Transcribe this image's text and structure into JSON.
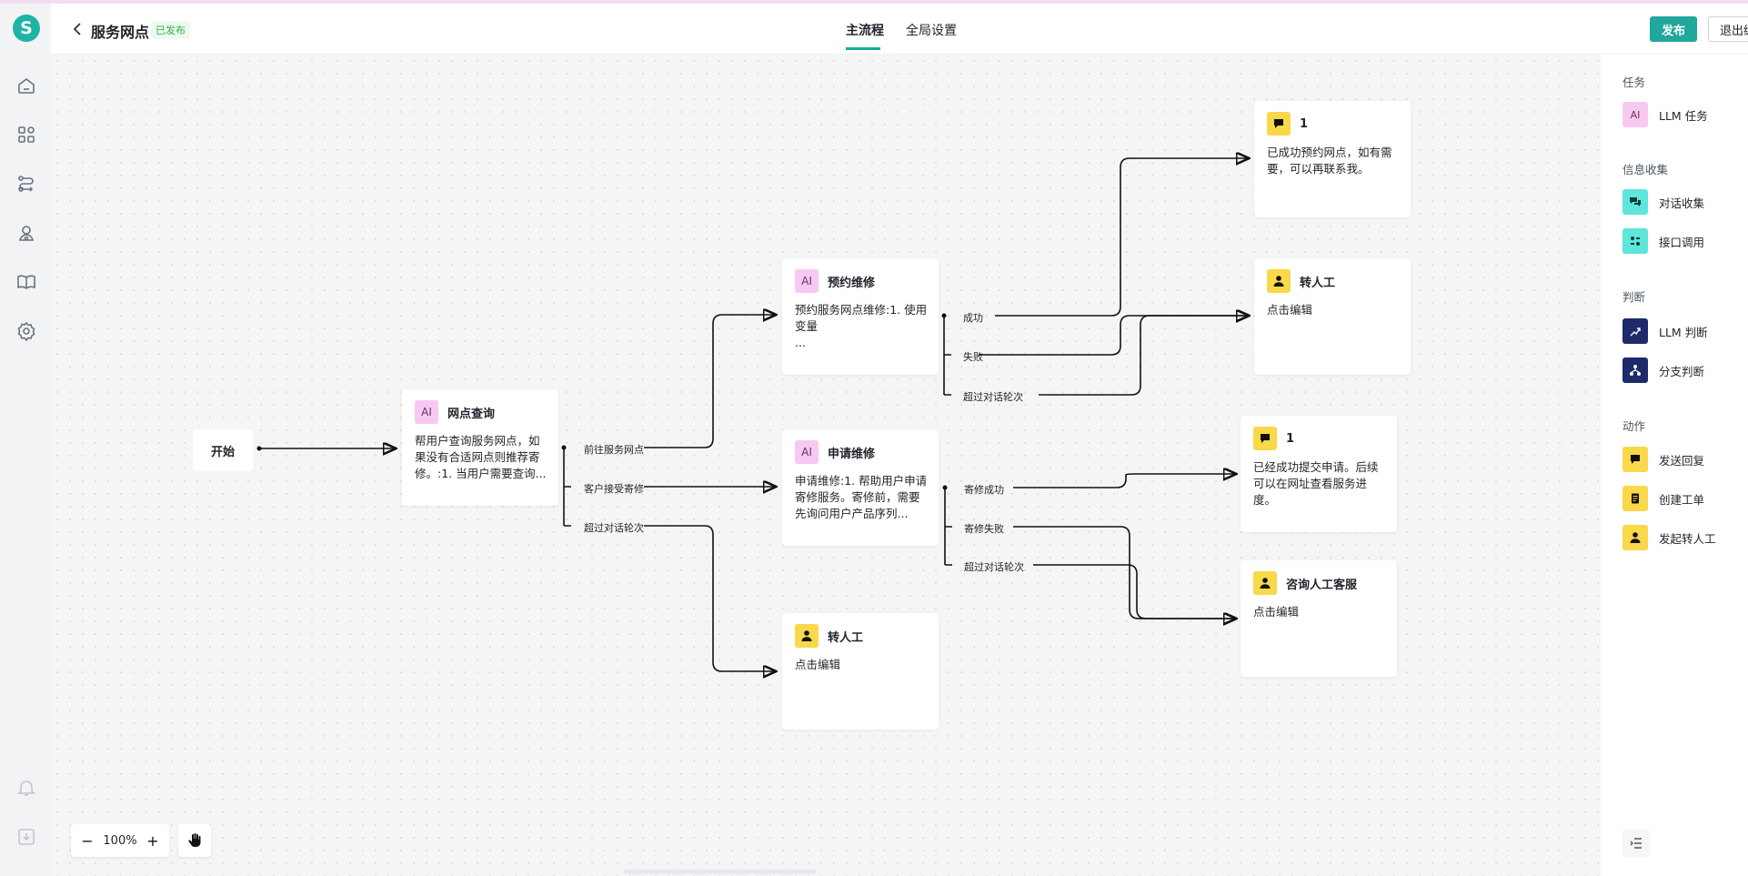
{
  "app": {
    "logo_letter": "S"
  },
  "header": {
    "title": "服务网点",
    "status": "已发布",
    "tabs": [
      {
        "label": "主流程"
      },
      {
        "label": "全局设置"
      }
    ],
    "publish_label": "发布",
    "exit_label": "退出编辑"
  },
  "rail": {
    "icons": [
      "home-icon",
      "apps-icon",
      "flow-icon",
      "bot-icon",
      "book-icon",
      "gear-icon",
      "bell-icon",
      "download-icon"
    ]
  },
  "canvas": {
    "start_label": "开始",
    "nodes": {
      "wangdian": {
        "title": "网点查询",
        "badge": "AI",
        "desc": "帮用户查询服务网点，如果没有合适网点则推荐寄修。:1. 当用户需要查询..."
      },
      "yuyue": {
        "title": "预约维修",
        "badge": "AI",
        "desc": "预约服务网点维修:1. 使用变量\n..."
      },
      "shenqing": {
        "title": "申请维修",
        "badge": "AI",
        "desc": "申请维修:1. 帮助用户申请寄修服务。寄修前，需要先询问用户产品序列..."
      },
      "zhuanrengong1": {
        "title": "转人工",
        "desc": "点击编辑"
      },
      "reply1": {
        "title": "1",
        "desc": "已成功预约网点，如有需要，可以再联系我。"
      },
      "zhuanrengong2": {
        "title": "转人工",
        "desc": "点击编辑"
      },
      "reply2": {
        "title": "1",
        "desc": "已经成功提交申请。后续可以在网址查看服务进度。"
      },
      "zixun": {
        "title": "咨询人工客服",
        "desc": "点击编辑"
      }
    },
    "edge_labels": {
      "qianwang": "前往服务网点",
      "kehu": "客户接受寄修",
      "chaoguo1": "超过对话轮次",
      "chenggong": "成功",
      "shibai": "失败",
      "chaoguo2": "超过对话轮次",
      "jixiu_cg": "寄修成功",
      "jixiu_sb": "寄修失败",
      "chaoguo3": "超过对话轮次"
    },
    "zoom": "100%"
  },
  "panel": {
    "sections": {
      "task": "任务",
      "collect": "信息收集",
      "judge": "判断",
      "action": "动作"
    },
    "items": {
      "llm_task": "LLM 任务",
      "dialog_collect": "对话收集",
      "api_call": "接口调用",
      "llm_judge": "LLM 判断",
      "branch_judge": "分支判断",
      "send_reply": "发送回复",
      "create_ticket": "创建工单",
      "start_transfer": "发起转人工"
    },
    "ai_badge": "AI"
  },
  "colors": {
    "accent": "#1fa89b",
    "ai_badge": "#f8c9f0",
    "yellow_badge": "#f9d84a",
    "cyan_badge": "#5ee5dc",
    "navy_badge": "#1f2a6b",
    "published_green": "#2bb24c"
  }
}
